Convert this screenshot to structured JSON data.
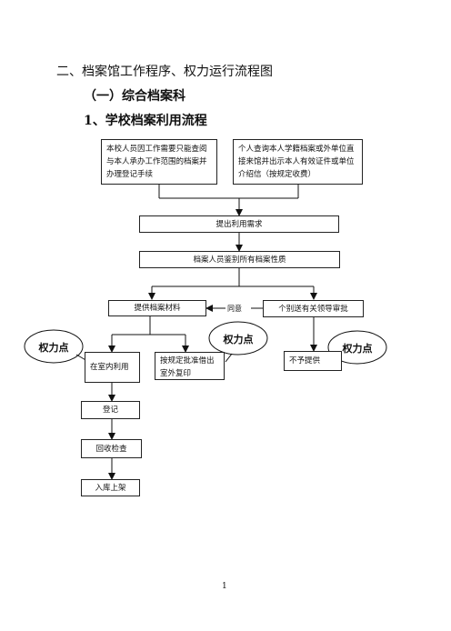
{
  "headings": {
    "section": "二、档案馆工作程序、权力运行流程图",
    "subsection": "（一）综合档案科",
    "item": "1、学校档案利用流程"
  },
  "nodes": {
    "staff_request": "本校人员因工作需要只能查阅与本人承办工作范围的档案并办理登记手续",
    "personal_request": "个人查询本人学籍档案或外单位直接来馆并出示本人有效证件或单位介绍信（按规定收费）",
    "submit_request": "提出利用需求",
    "identify_nature": "档案人员鉴别所有档案性质",
    "provide_material": "提供档案材料",
    "leader_approval": "个别送有关领导审批",
    "in_room_use": "在室内利用",
    "borrow_copy": "按规定批准借出室外复印",
    "not_provided": "不予提供",
    "register": "登记",
    "recover_check": "回收检查",
    "store": "入库上架"
  },
  "edge_labels": {
    "agree": "同意"
  },
  "callouts": {
    "power_point_1": "权力点",
    "power_point_2": "权力点",
    "power_point_3": "权力点"
  },
  "page_number": "1"
}
